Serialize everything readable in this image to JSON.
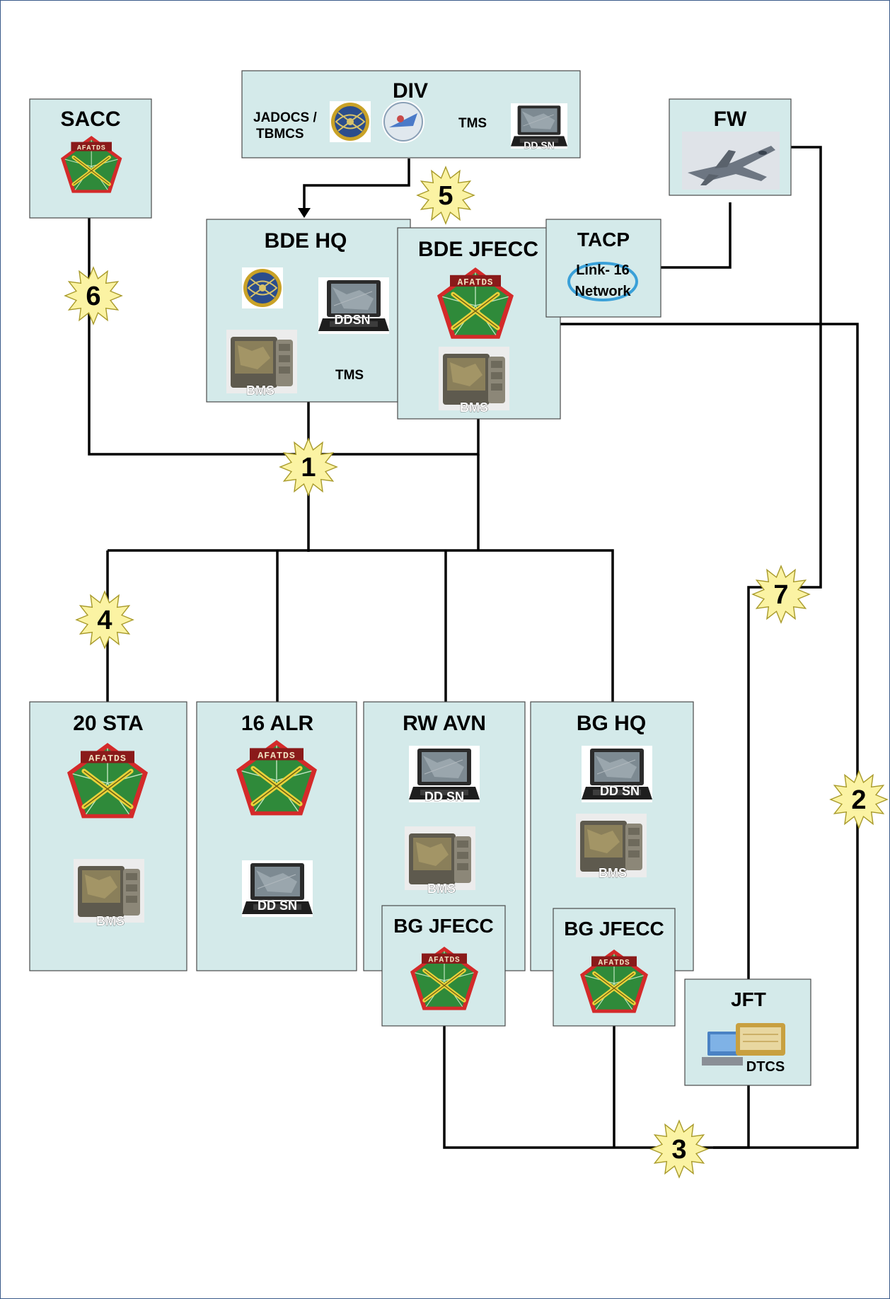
{
  "nodes": {
    "div": {
      "title": "DIV",
      "jadocs": "JADOCS /",
      "tbmcs": "TBMCS",
      "tms": "TMS",
      "ddsn": "DD SN"
    },
    "sacc": {
      "title": "SACC",
      "afatds": "AFATDS"
    },
    "fw": {
      "title": "FW"
    },
    "bde_hq": {
      "title": "BDE HQ",
      "ddsn": "DDSN",
      "bms": "BMS",
      "tms": "TMS"
    },
    "bde_jfecc": {
      "title": "BDE JFECC",
      "afatds": "AFATDS",
      "bms": "BMS"
    },
    "tacp": {
      "title": "TACP",
      "link16_line1": "Link- 16",
      "link16_line2": "Network"
    },
    "sta20": {
      "title": "20 STA",
      "afatds": "AFATDS",
      "bms": "BMS"
    },
    "alr16": {
      "title": "16 ALR",
      "afatds": "AFATDS",
      "ddsn": "DD SN"
    },
    "rw_avn": {
      "title": "RW AVN",
      "ddsn": "DD SN",
      "bms": "BMS"
    },
    "bg_hq": {
      "title": "BG HQ",
      "ddsn": "DD SN",
      "bms": "BMS"
    },
    "bg_jfecc_1": {
      "title": "BG JFECC",
      "afatds": "AFATDS"
    },
    "bg_jfecc_2": {
      "title": "BG JFECC",
      "afatds": "AFATDS"
    },
    "jft": {
      "title": "JFT",
      "dtcs": "DTCS"
    }
  },
  "markers": [
    "1",
    "2",
    "3",
    "4",
    "5",
    "6",
    "7"
  ],
  "colors": {
    "box_fill": "#d4eaea",
    "connector": "#000000",
    "star_fill": "#fbf3a3",
    "afatds_green": "#2f8a3a",
    "afatds_red": "#d42a2a"
  },
  "icons": [
    "afatds-emblem-icon",
    "laptop-ddsn-icon",
    "bms-terminal-icon",
    "jadocs-seal-icon",
    "tbmcs-seal-icon",
    "fighter-jet-icon",
    "link16-ring-icon",
    "dtcs-terminal-icon"
  ]
}
